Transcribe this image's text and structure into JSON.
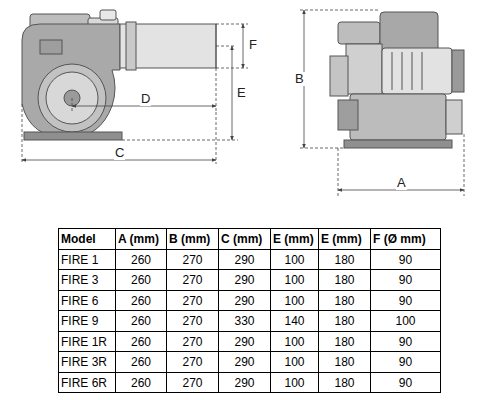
{
  "diagram": {
    "labels": [
      "F",
      "B",
      "E",
      "D",
      "C",
      "A",
      "Model",
      "A (mm)",
      "B (mm)",
      "C (mm)",
      "E (mm)",
      "E (mm)",
      "F (Ø mm)",
      "FIRE 1",
      "260",
      "270",
      "290",
      "100",
      "180",
      "90",
      "FIRE 3",
      "260",
      "270",
      "290",
      "100",
      "180",
      "90",
      "FIRE 6",
      "260",
      "270",
      "290",
      "100",
      "180",
      "90",
      "FIRE 9",
      "260",
      "270",
      "330",
      "140",
      "180",
      "100",
      "FIRE 1R",
      "260",
      "270",
      "290",
      "100",
      "180",
      "90",
      "FIRE 3R",
      "260",
      "270",
      "290",
      "100",
      "180",
      "90",
      "FIRE 6R",
      "260",
      "270",
      "290",
      "100",
      "180",
      "90"
    ]
  }
}
